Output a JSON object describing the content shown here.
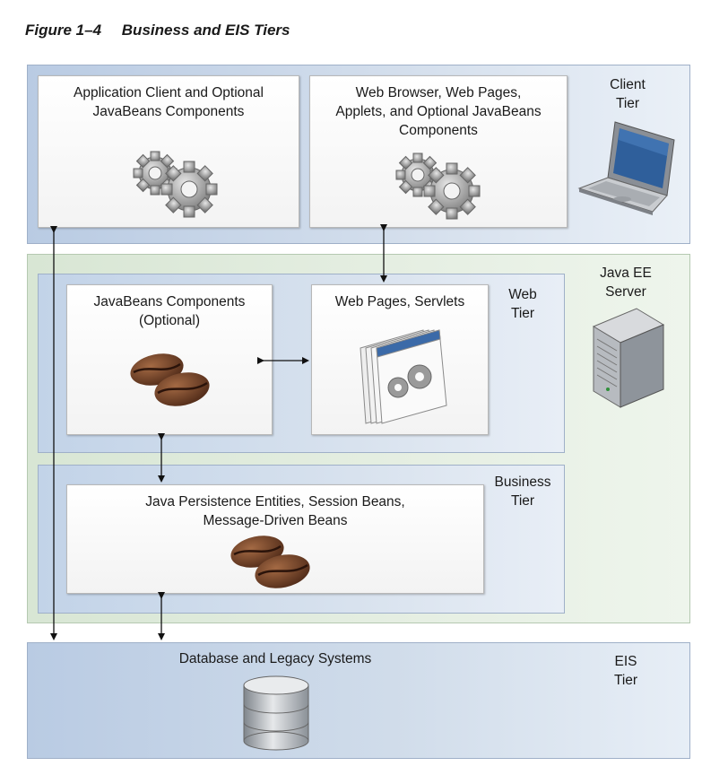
{
  "figure": {
    "number": "Figure 1–4",
    "title": "Business and EIS Tiers"
  },
  "tiers": {
    "client": {
      "label_line1": "Client",
      "label_line2": "Tier"
    },
    "server": {
      "label_line1": "Java EE",
      "label_line2": "Server"
    },
    "web": {
      "label_line1": "Web",
      "label_line2": "Tier"
    },
    "business": {
      "label_line1": "Business",
      "label_line2": "Tier"
    },
    "eis": {
      "label_line1": "EIS",
      "label_line2": "Tier"
    }
  },
  "components": {
    "app_client": {
      "line1": "Application Client and Optional",
      "line2": "JavaBeans Components"
    },
    "web_browser": {
      "line1": "Web Browser, Web Pages,",
      "line2": "Applets, and Optional JavaBeans",
      "line3": "Components"
    },
    "javabeans": {
      "line1": "JavaBeans Components",
      "line2": "(Optional)"
    },
    "web_pages": {
      "line1": "Web Pages, Servlets"
    },
    "persistence": {
      "line1": "Java Persistence Entities, Session Beans,",
      "line2": "Message-Driven Beans"
    },
    "database": {
      "line1": "Database and Legacy Systems"
    }
  },
  "icons": [
    "gears-icon",
    "laptop-icon",
    "server-tower-icon",
    "coffee-beans-icon",
    "web-pages-icon",
    "database-icon"
  ]
}
